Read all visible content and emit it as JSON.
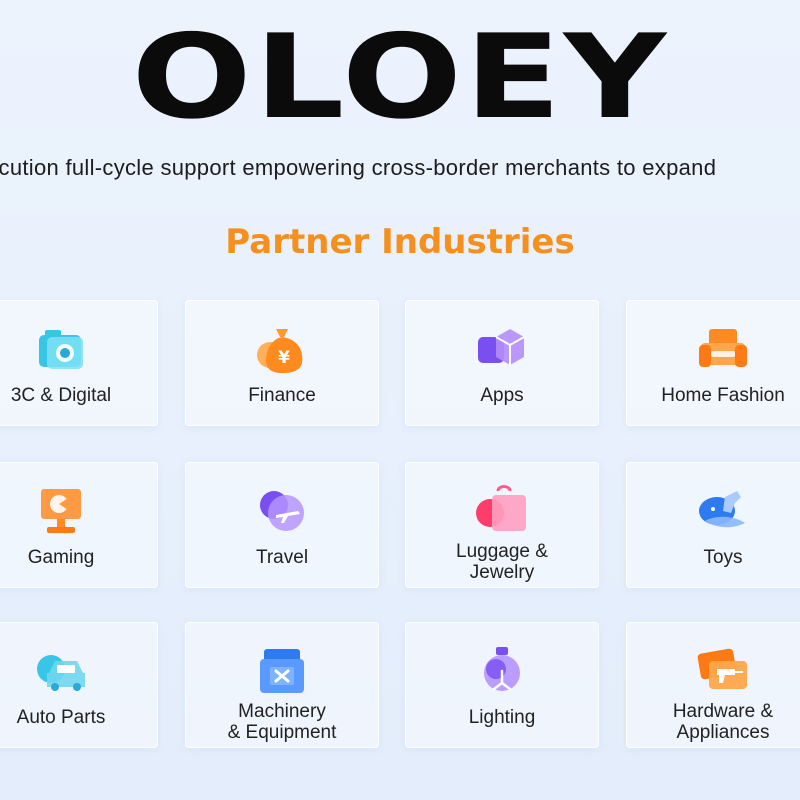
{
  "brand": {
    "logo_text": "OLOEY"
  },
  "hero": {
    "tagline": "ecution full-cycle support empowering cross-border merchants to expand"
  },
  "section": {
    "title": "Partner Industries"
  },
  "industries": [
    {
      "label_line1": "3C & Digital",
      "label_line2": "",
      "icon": "camera-icon"
    },
    {
      "label_line1": "Finance",
      "label_line2": "",
      "icon": "money-bag-icon"
    },
    {
      "label_line1": "Apps",
      "label_line2": "",
      "icon": "app-cube-icon"
    },
    {
      "label_line1": "Home Fashion",
      "label_line2": "",
      "icon": "sofa-icon"
    },
    {
      "label_line1": "Gaming",
      "label_line2": "",
      "icon": "game-monitor-icon"
    },
    {
      "label_line1": "Travel",
      "label_line2": "",
      "icon": "airplane-icon"
    },
    {
      "label_line1": "Luggage &",
      "label_line2": "Jewelry",
      "icon": "shopping-bag-icon"
    },
    {
      "label_line1": "Toys",
      "label_line2": "",
      "icon": "rocking-horse-icon"
    },
    {
      "label_line1": "Auto Parts",
      "label_line2": "",
      "icon": "car-icon"
    },
    {
      "label_line1": "Machinery",
      "label_line2": "& Equipment",
      "icon": "machine-icon"
    },
    {
      "label_line1": "Lighting",
      "label_line2": "",
      "icon": "lamp-icon"
    },
    {
      "label_line1": "Hardware &",
      "label_line2": "Appliances",
      "icon": "drill-icon"
    }
  ]
}
